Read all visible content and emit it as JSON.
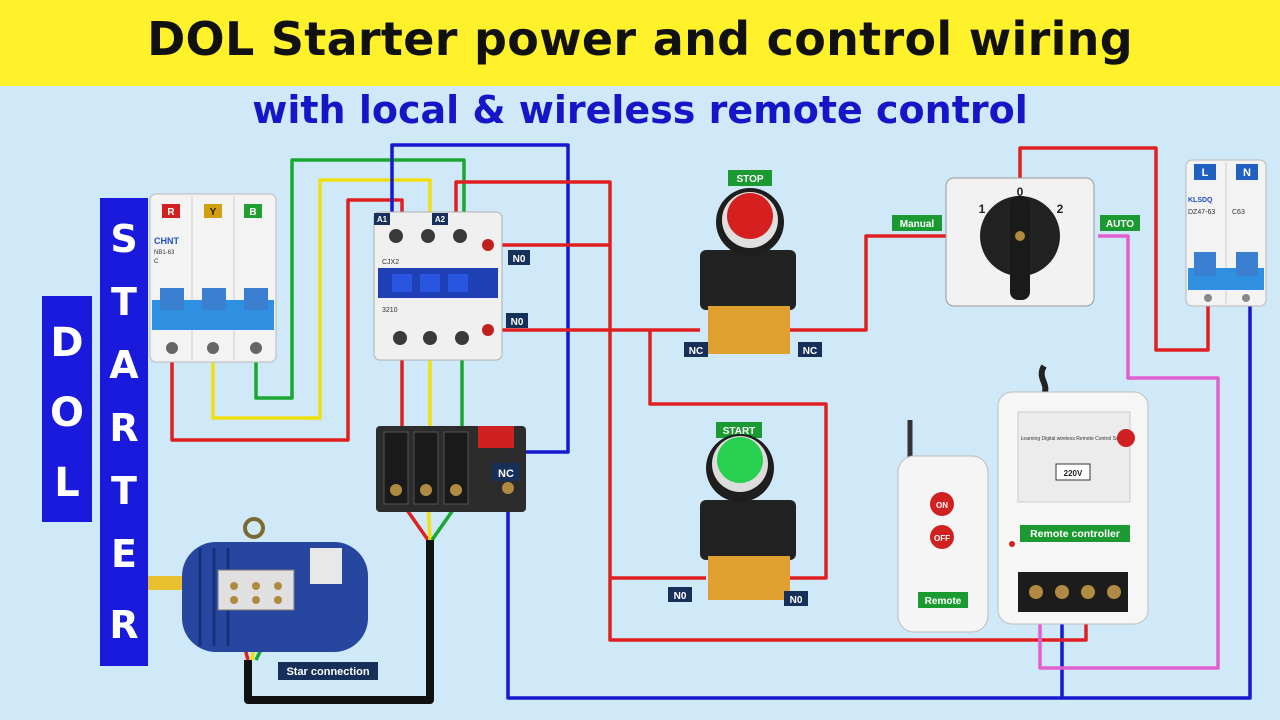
{
  "title": "DOL Starter power and control wiring",
  "subtitle": "with local & wireless remote control",
  "vertical_banner_1": [
    "D",
    "O",
    "L"
  ],
  "vertical_banner_2": [
    "S",
    "T",
    "A",
    "R",
    "T",
    "E",
    "R"
  ],
  "mcb_3pole": {
    "phase_labels": [
      "R",
      "Y",
      "B"
    ],
    "brand": "CHNT",
    "model": "NB1-63",
    "curve": "C"
  },
  "contactor": {
    "coil_labels": [
      "A1",
      "A2"
    ],
    "model": "CJX2",
    "rating": "3210",
    "contact_labels": [
      "N0",
      "N0"
    ]
  },
  "overload_relay": {
    "contact_label": "NC"
  },
  "stop_button": {
    "label": "STOP",
    "contact_labels": [
      "NC",
      "NC"
    ]
  },
  "start_button": {
    "label": "START",
    "contact_labels": [
      "N0",
      "N0"
    ]
  },
  "selector_switch": {
    "positions": [
      "1",
      "0",
      "2"
    ],
    "left_label": "Manual",
    "right_label": "AUTO"
  },
  "mcb_2pole": {
    "labels": [
      "L",
      "N"
    ],
    "brand": "KLSDQ",
    "model": "DZ47-63",
    "rating": "C63"
  },
  "motor": {
    "label": "Star connection"
  },
  "remote": {
    "label": "Remote",
    "on_label": "ON",
    "off_label": "OFF"
  },
  "remote_controller": {
    "label": "Remote controller",
    "panel_text": "Learning Digital wireless Remote Control Switch",
    "voltage": "220V"
  },
  "colors": {
    "red": "#e02020",
    "yellow": "#f0e010",
    "green": "#18a830",
    "blue": "#1818d0",
    "pink": "#e060d0",
    "black": "#111111",
    "title_bg": "#fff12a",
    "background": "#cfe9f8",
    "label_box": "#17305a"
  }
}
